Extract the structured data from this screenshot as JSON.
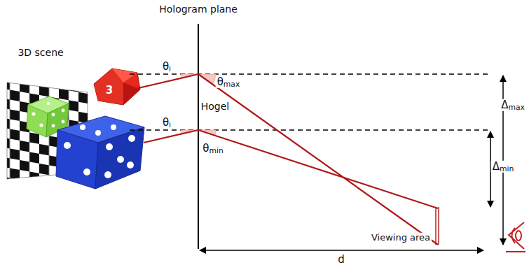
{
  "diagram": {
    "labels": [
      "Hologram plane",
      "3D scene",
      "3",
      "θi",
      "θi",
      "θmax",
      "θmin",
      "Hogel",
      "Δmax",
      "Δmin",
      "Viewing area",
      "d"
    ]
  }
}
